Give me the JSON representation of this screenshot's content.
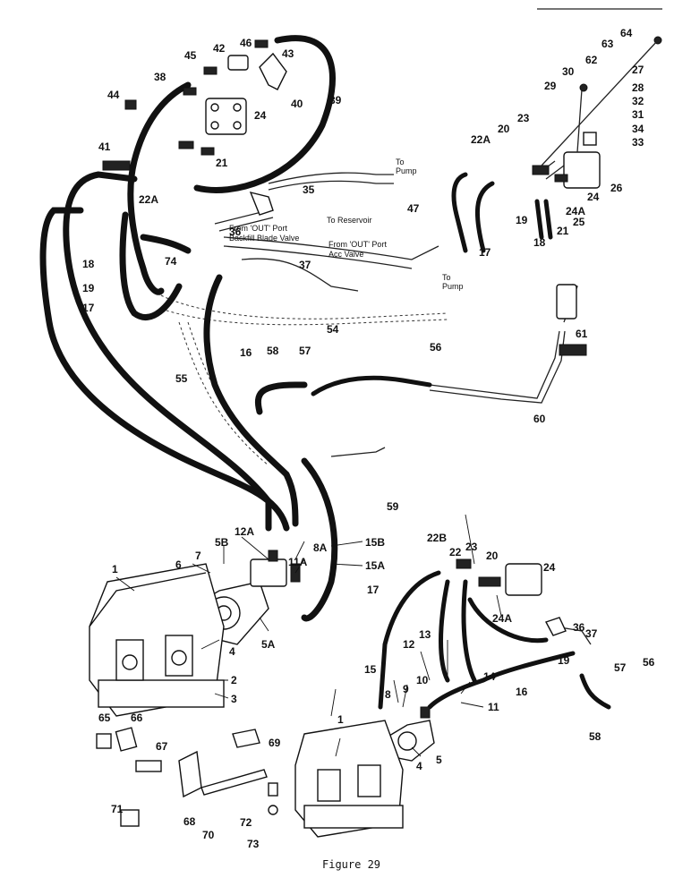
{
  "figure_caption": "Figure 29",
  "notes": {
    "to_pump_1": "To",
    "to_pump_1b": "Pump",
    "to_pump_2": "To",
    "to_pump_2b": "Pump",
    "to_reservoir": "To Reservoir",
    "from_out_port_backfill_1": "From 'OUT' Port",
    "from_out_port_backfill_2": "Backfill Blade Valve",
    "from_out_port_acc_1": "From 'OUT' Port",
    "from_out_port_acc_2": "Acc Valve"
  },
  "callouts": {
    "c1a": "1",
    "c1b": "1",
    "c2": "2",
    "c3": "3",
    "c4a": "4",
    "c4b": "4",
    "c5": "5",
    "c5a": "5A",
    "c5b": "5B",
    "c6": "6",
    "c7": "7",
    "c8": "8",
    "c8a": "8A",
    "c9": "9",
    "c10": "10",
    "c11": "11",
    "c11a": "11A",
    "c12": "12",
    "c12a": "12A",
    "c13": "13",
    "c14": "14",
    "c15": "15",
    "c15a": "15A",
    "c15b": "15B",
    "c16a": "16",
    "c16b": "16",
    "c17a": "17",
    "c17b": "17",
    "c17c": "17",
    "c18a": "18",
    "c18b": "18",
    "c19a": "19",
    "c19b": "19",
    "c19c": "19",
    "c20a": "20",
    "c20b": "20",
    "c21a": "21",
    "c21b": "21",
    "c22": "22",
    "c22a_1": "22A",
    "c22a_2": "22A",
    "c22b": "22B",
    "c23a": "23",
    "c23b": "23",
    "c24a": "24",
    "c24b": "24",
    "c24c": "24",
    "c24a_1": "24A",
    "c24a_2": "24A",
    "c25": "25",
    "c26": "26",
    "c27": "27",
    "c28": "28",
    "c29": "29",
    "c30": "30",
    "c31": "31",
    "c32": "32",
    "c33": "33",
    "c34": "34",
    "c35": "35",
    "c36a": "36",
    "c36b": "36",
    "c37a": "37",
    "c37b": "37",
    "c38": "38",
    "c39": "39",
    "c40": "40",
    "c41": "41",
    "c42": "42",
    "c43": "43",
    "c44": "44",
    "c45": "45",
    "c46": "46",
    "c47": "47",
    "c54": "54",
    "c55": "55",
    "c56a": "56",
    "c56b": "56",
    "c57a": "57",
    "c57b": "57",
    "c58a": "58",
    "c58b": "58",
    "c59": "59",
    "c60": "60",
    "c61": "61",
    "c62": "62",
    "c63": "63",
    "c64": "64",
    "c65": "65",
    "c66": "66",
    "c67": "67",
    "c68": "68",
    "c69": "69",
    "c70": "70",
    "c71": "71",
    "c72": "72",
    "c73": "73",
    "c74": "74"
  }
}
